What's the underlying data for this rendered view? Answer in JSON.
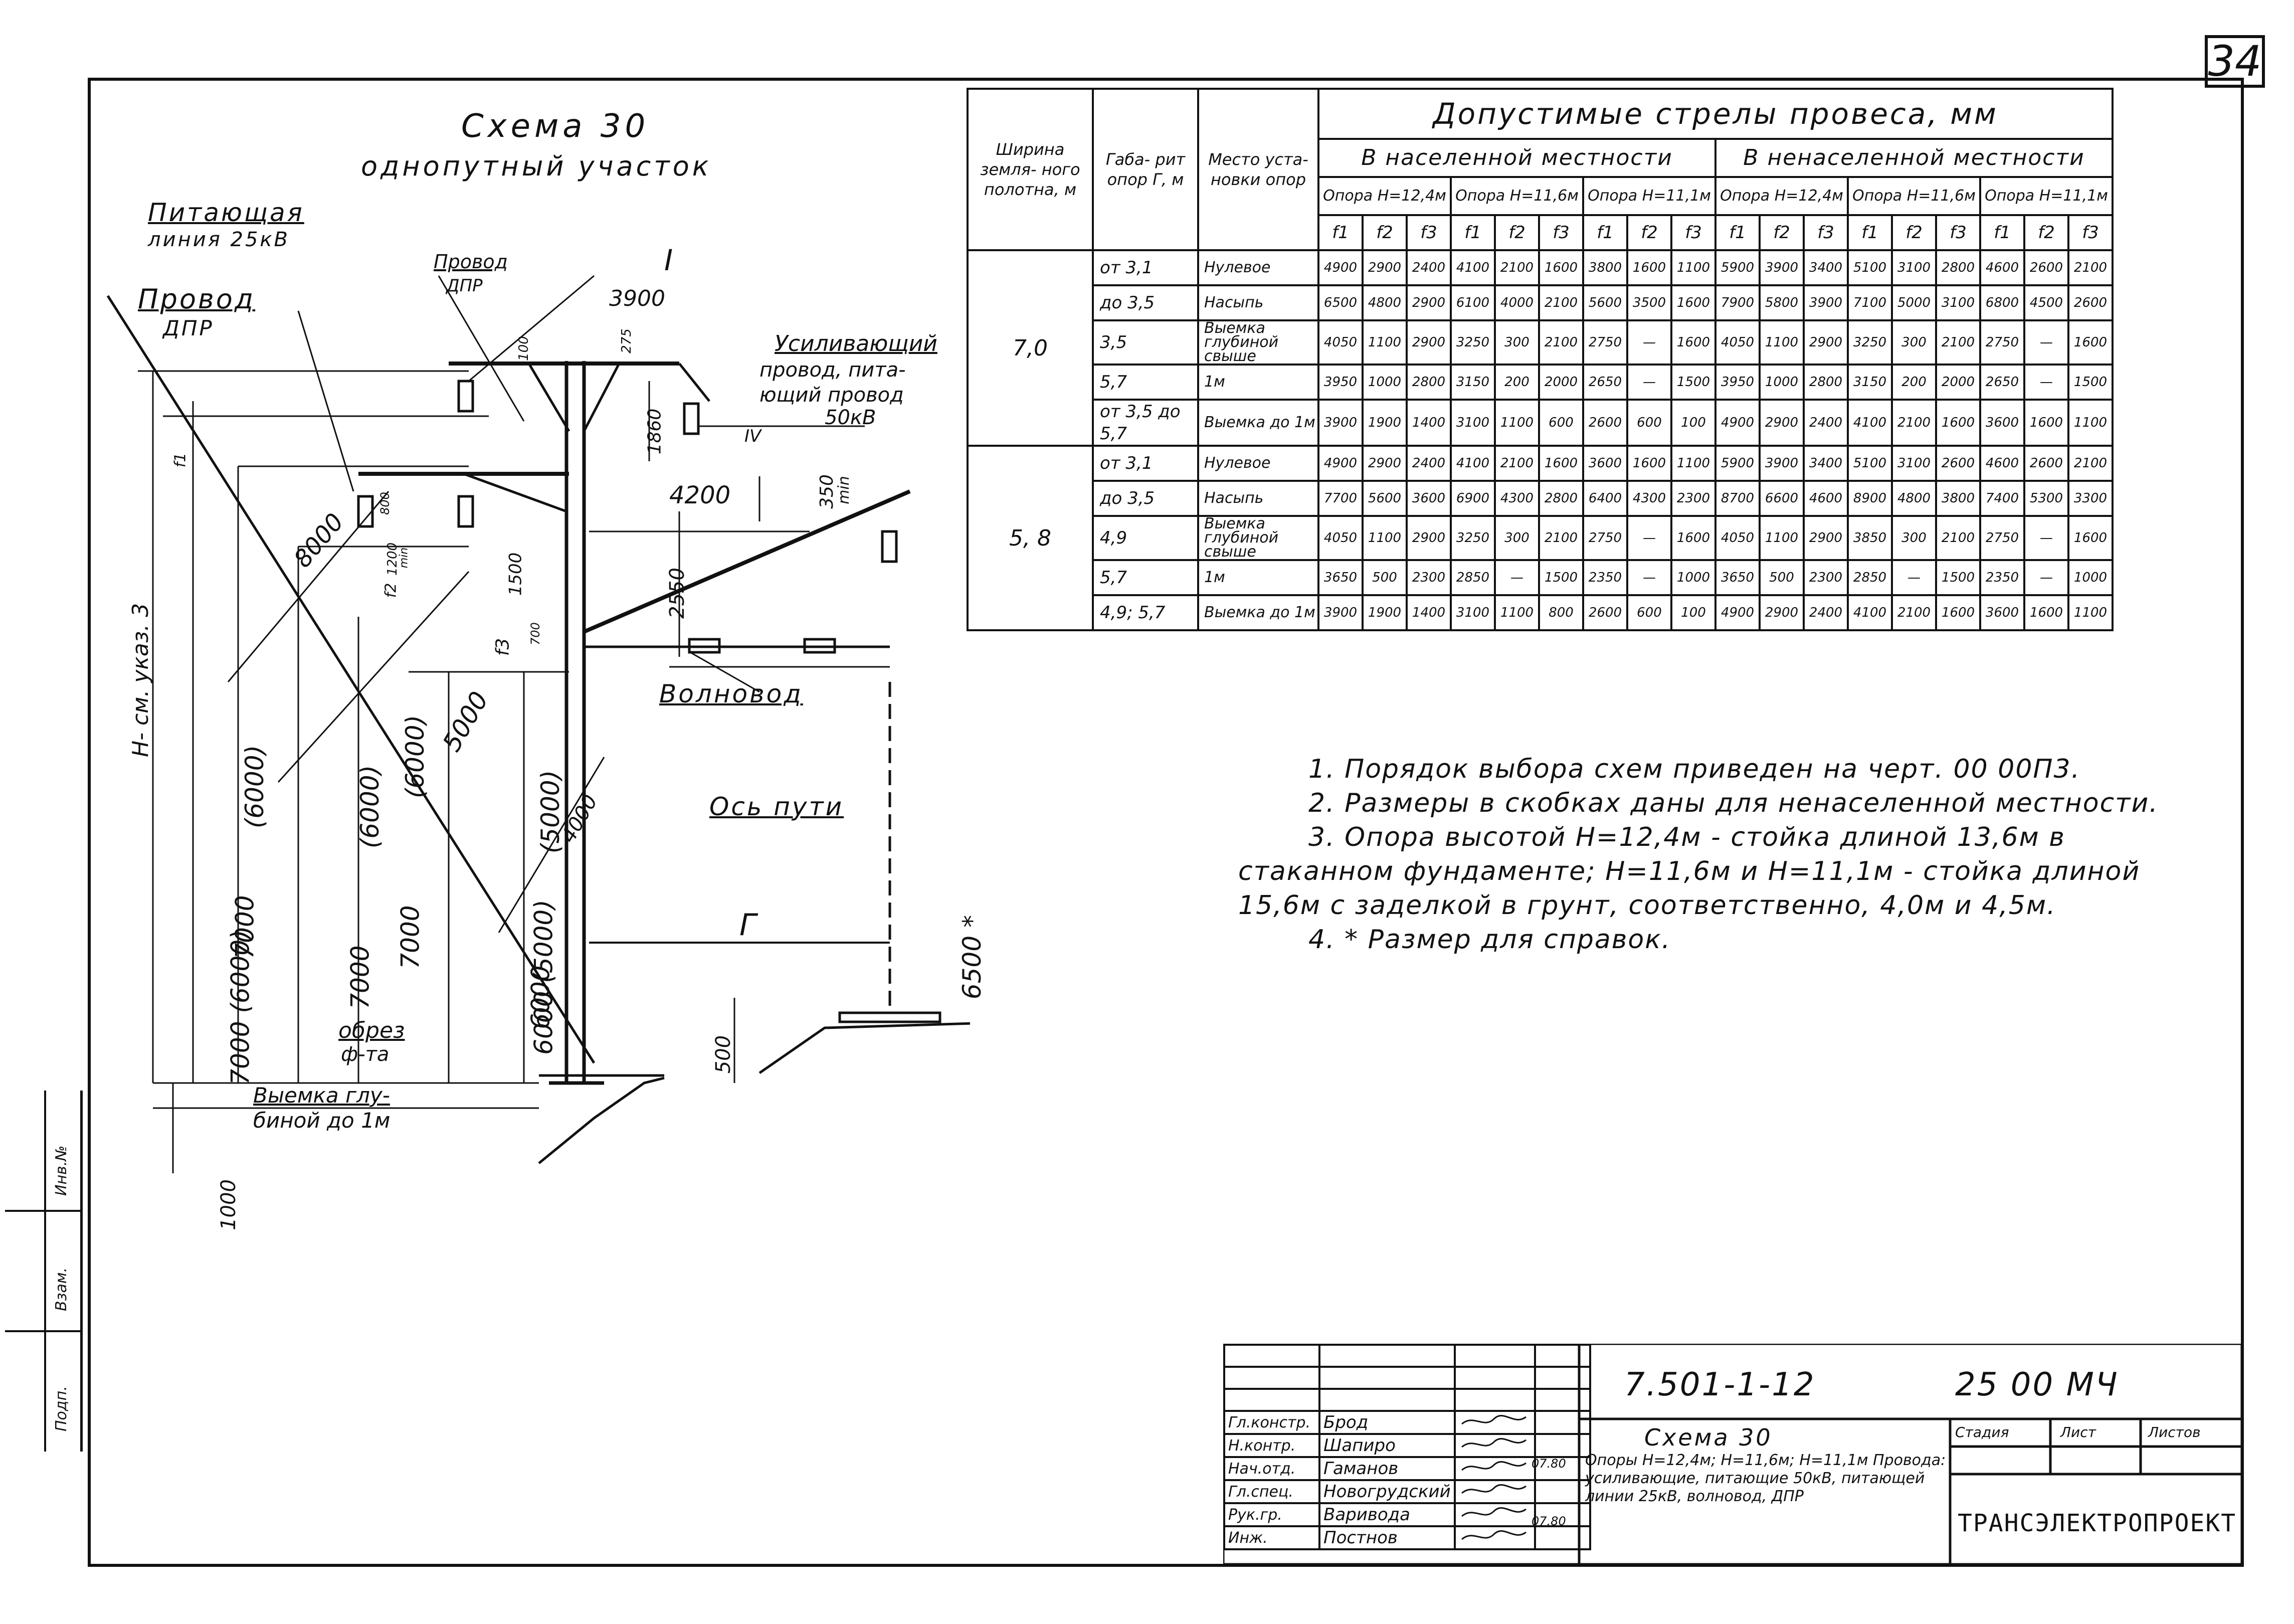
{
  "sheet_number": "34",
  "left_stamp": [
    "Инв.№",
    "Взам.",
    "Подп."
  ],
  "scheme": {
    "title": "Схема 30",
    "subtitle": "однопутный участок",
    "labels": {
      "feeding_line": "Питающая",
      "feeding_line_2": "линия 25кВ",
      "wire_dpr_left": "Провод",
      "wire_dpr_left_2": "ДПР",
      "wire_dpr_top": "Провод",
      "wire_dpr_top_2": "ДПР",
      "roman_1": "I",
      "roman_4": "IV",
      "reinforcing": "Усиливающий",
      "reinforcing_2": "провод, пита-",
      "reinforcing_3": "ющий провод",
      "reinforcing_4": "50кВ",
      "waveguide": "Волновод",
      "track_axis": "Ось пути",
      "gamma": "Г",
      "h_label": "H- см. указ. 3",
      "edge": "обрез",
      "edge_2": "ф-та",
      "excavation": "Выемка глу-",
      "excavation_2": "биной до 1м"
    },
    "dimensions": {
      "d3900": "3900",
      "d100": "100",
      "d275": "275",
      "d1860": "1860",
      "d4200": "4200",
      "d350": "350",
      "dmin": "min",
      "d8000": "8000",
      "d1200": "1200",
      "dmin2": "min",
      "d800": "800",
      "d1500": "1500",
      "d2550": "2550",
      "d700": "700",
      "d5000": "5000",
      "d6000p": "(6000)",
      "d6000p2": "(6000)",
      "d6000p3": "(6000)",
      "d7000": "7000",
      "d7000b": "7000",
      "d7000c": "7000",
      "d7000d": "7000 (6000)",
      "d6000_5000": "6000 (5000)",
      "d5000p": "(5000)",
      "d4000": "4000",
      "d6000": "6000",
      "d6500": "6500 *",
      "d500": "500",
      "d1000": "1000",
      "f1": "f1",
      "f2": "f2",
      "f3": "f3"
    }
  },
  "table": {
    "h_width": "Ширина земля- ного полотна, м",
    "h_gabarit": "Габа- рит опор Г, м",
    "h_place": "Место уста- новки опор",
    "h_sags": "Допустимые стрелы провеса, мм",
    "h_populated": "В населенной местности",
    "h_unpopulated": "В ненаселенной местности",
    "supports": [
      "Опора H=12,4м",
      "Опора H=11,6м",
      "Опора H=11,1м",
      "Опора H=12,4м",
      "Опора H=11,6м",
      "Опора H=11,1м"
    ],
    "f_labels": [
      "f1",
      "f2",
      "f3"
    ],
    "groups": [
      {
        "width": "7,0",
        "rows": [
          {
            "gabarit": "от 3,1",
            "place": "Нулевое",
            "vals": [
              "4900",
              "2900",
              "2400",
              "4100",
              "2100",
              "1600",
              "3800",
              "1600",
              "1100",
              "5900",
              "3900",
              "3400",
              "5100",
              "3100",
              "2800",
              "4600",
              "2600",
              "2100"
            ]
          },
          {
            "gabarit": "до 3,5",
            "place": "Насыпь",
            "vals": [
              "6500",
              "4800",
              "2900",
              "6100",
              "4000",
              "2100",
              "5600",
              "3500",
              "1600",
              "7900",
              "5800",
              "3900",
              "7100",
              "5000",
              "3100",
              "6800",
              "4500",
              "2600"
            ]
          },
          {
            "gabarit": "3,5",
            "place": "Выемка глубиной свыше",
            "vals": [
              "4050",
              "1100",
              "2900",
              "3250",
              "300",
              "2100",
              "2750",
              "—",
              "1600",
              "4050",
              "1100",
              "2900",
              "3250",
              "300",
              "2100",
              "2750",
              "—",
              "1600"
            ]
          },
          {
            "gabarit": "5,7",
            "place": "1м",
            "vals": [
              "3950",
              "1000",
              "2800",
              "3150",
              "200",
              "2000",
              "2650",
              "—",
              "1500",
              "3950",
              "1000",
              "2800",
              "3150",
              "200",
              "2000",
              "2650",
              "—",
              "1500"
            ]
          },
          {
            "gabarit": "от 3,5 до 5,7",
            "place": "Выемка до 1м",
            "vals": [
              "3900",
              "1900",
              "1400",
              "3100",
              "1100",
              "600",
              "2600",
              "600",
              "100",
              "4900",
              "2900",
              "2400",
              "4100",
              "2100",
              "1600",
              "3600",
              "1600",
              "1100"
            ]
          }
        ]
      },
      {
        "width": "5, 8",
        "rows": [
          {
            "gabarit": "от 3,1",
            "place": "Нулевое",
            "vals": [
              "4900",
              "2900",
              "2400",
              "4100",
              "2100",
              "1600",
              "3600",
              "1600",
              "1100",
              "5900",
              "3900",
              "3400",
              "5100",
              "3100",
              "2600",
              "4600",
              "2600",
              "2100"
            ]
          },
          {
            "gabarit": "до 3,5",
            "place": "Насыпь",
            "vals": [
              "7700",
              "5600",
              "3600",
              "6900",
              "4300",
              "2800",
              "6400",
              "4300",
              "2300",
              "8700",
              "6600",
              "4600",
              "8900",
              "4800",
              "3800",
              "7400",
              "5300",
              "3300"
            ]
          },
          {
            "gabarit": "4,9",
            "place": "Выемка глубиной свыше",
            "vals": [
              "4050",
              "1100",
              "2900",
              "3250",
              "300",
              "2100",
              "2750",
              "—",
              "1600",
              "4050",
              "1100",
              "2900",
              "3850",
              "300",
              "2100",
              "2750",
              "—",
              "1600"
            ]
          },
          {
            "gabarit": "5,7",
            "place": "1м",
            "vals": [
              "3650",
              "500",
              "2300",
              "2850",
              "—",
              "1500",
              "2350",
              "—",
              "1000",
              "3650",
              "500",
              "2300",
              "2850",
              "—",
              "1500",
              "2350",
              "—",
              "1000"
            ]
          },
          {
            "gabarit": "4,9; 5,7",
            "place": "Выемка до 1м",
            "vals": [
              "3900",
              "1900",
              "1400",
              "3100",
              "1100",
              "800",
              "2600",
              "600",
              "100",
              "4900",
              "2900",
              "2400",
              "4100",
              "2100",
              "1600",
              "3600",
              "1600",
              "1100"
            ]
          }
        ]
      }
    ]
  },
  "notes": [
    "1. Порядок выбора схем приведен на черт. 00 00П3.",
    "2. Размеры в скобках даны для ненаселенной местности.",
    "3. Опора высотой H=12,4м - стойка длиной 13,6м в стаканном фундаменте; H=11,6м и H=11,1м - стойка длиной 15,6м с заделкой в грунт, соответственно, 4,0м и 4,5м.",
    "4. * Размер для справок."
  ],
  "title_block": {
    "code": "7.501-1-12",
    "code2": "25 00 МЧ",
    "title": "Схема 30",
    "desc": "Опоры H=12,4м; H=11,6м; H=11,1м Провода: усиливающие, питающие 50кВ, питающей линии 25кВ, волновод, ДПР",
    "stage": "Стадия",
    "sheet": "Лист",
    "sheets": "Листов",
    "org": "ТРАНСЭЛЕКТРОПРОЕКТ",
    "date1": "07.80",
    "date2": "07.80",
    "roles": [
      {
        "role": "Гл.констр.",
        "name": "Брод"
      },
      {
        "role": "Н.контр.",
        "name": "Шапиро"
      },
      {
        "role": "Нач.отд.",
        "name": "Гаманов"
      },
      {
        "role": "Гл.спец.",
        "name": "Новогрудский"
      },
      {
        "role": "Рук.гр.",
        "name": "Варивода"
      },
      {
        "role": "Инж.",
        "name": "Постнов"
      }
    ]
  }
}
